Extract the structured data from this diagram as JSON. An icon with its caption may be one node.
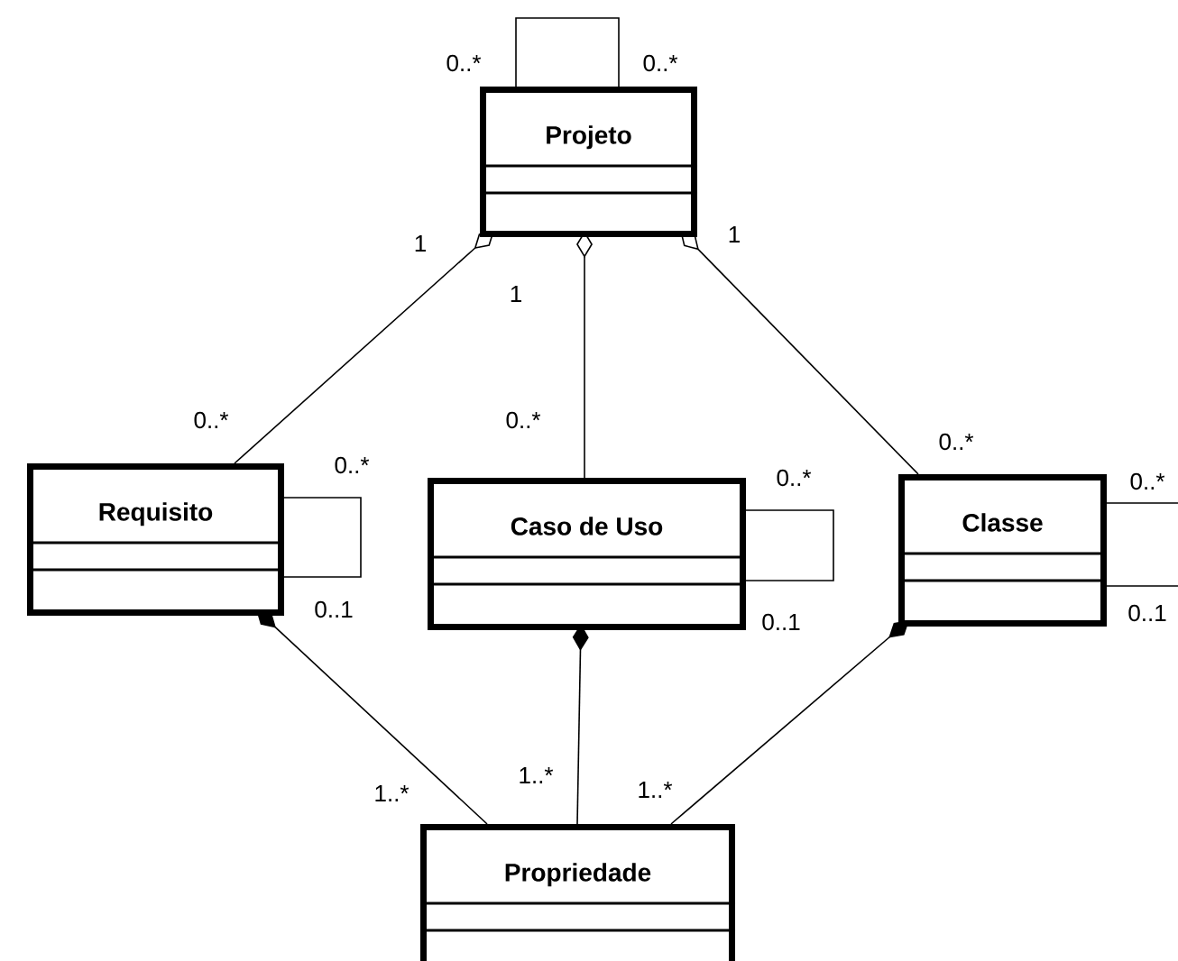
{
  "diagram": {
    "nodes": [
      {
        "text": [
          "Projeto"
        ]
      },
      {
        "text": [
          "Requisito"
        ]
      },
      {
        "text": [
          "Caso de Uso"
        ]
      },
      {
        "text": [
          "Classe"
        ]
      },
      {
        "text": [
          "Propriedade"
        ]
      }
    ],
    "edges": [
      {
        "from": 0,
        "to": 0,
        "arrow": "none"
      },
      {
        "from": 1,
        "to": 0,
        "arrow": "other"
      },
      {
        "from": 2,
        "to": 0,
        "arrow": "other"
      },
      {
        "from": 3,
        "to": 0,
        "arrow": "other"
      },
      {
        "from": 1,
        "to": 1,
        "arrow": "none"
      },
      {
        "from": 2,
        "to": 2,
        "arrow": "none"
      },
      {
        "from": 3,
        "to": 3,
        "arrow": "none"
      },
      {
        "from": 4,
        "to": 1,
        "arrow": "other"
      },
      {
        "from": 4,
        "to": 2,
        "arrow": "other"
      },
      {
        "from": 4,
        "to": 3,
        "arrow": "other"
      }
    ],
    "labels": [
      "0..*",
      "0..*",
      "1",
      "1",
      "1",
      "0..*",
      "0..*",
      "0..*",
      "0..*",
      "0..*",
      "0..*",
      "0..1",
      "0..1",
      "0..1",
      "1..*",
      "1..*",
      "1..*"
    ]
  }
}
